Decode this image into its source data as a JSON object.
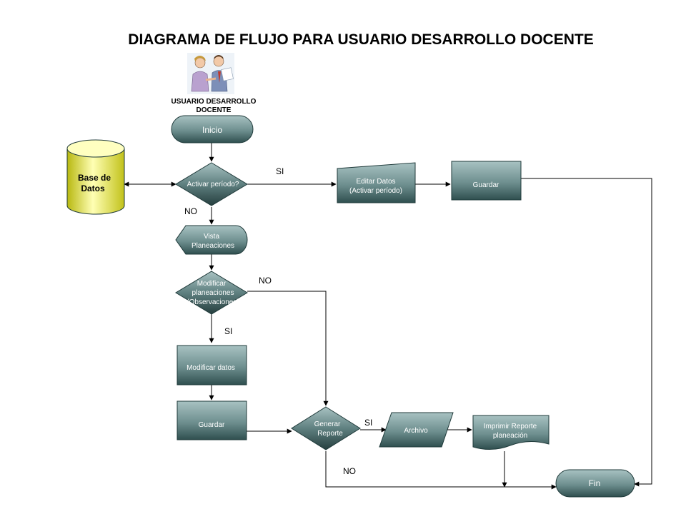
{
  "title": "DIAGRAMA DE FLUJO PARA USUARIO DESARROLLO DOCENTE",
  "actor": {
    "line1": "USUARIO DESARROLLO",
    "line2": "DOCENTE",
    "icon": "two-people-clipart-icon"
  },
  "nodes": {
    "inicio": "Inicio",
    "base_datos": {
      "line1": "Base de",
      "line2": "Datos"
    },
    "activar_periodo": "Activar período?",
    "editar_datos": {
      "line1": "Editar Datos",
      "line2": "(Activar período)"
    },
    "guardar_top": "Guardar",
    "vista_planeaciones": {
      "line1": "Vista",
      "line2": "Planeaciones"
    },
    "modificar_planeaciones": {
      "line1": "Modificar",
      "line2": "planeaciones",
      "line3": "(Observaciones)"
    },
    "modificar_datos": "Modificar datos",
    "guardar_bottom": "Guardar",
    "generar_reporte": {
      "line1": "Generar",
      "line2": "Reporte"
    },
    "archivo": "Archivo",
    "imprimir_reporte": {
      "line1": "Imprimir Reporte",
      "line2": "planeación"
    },
    "fin": "Fin"
  },
  "edge_labels": {
    "activar_si": "SI",
    "activar_no": "NO",
    "modificar_no": "NO",
    "modificar_si": "SI",
    "generar_si": "SI",
    "generar_no": "NO"
  },
  "colors": {
    "node_light": "#9fb8b8",
    "node_dark": "#2f4f4f",
    "db_light": "#ffffb0",
    "db_dark": "#c8c820"
  }
}
